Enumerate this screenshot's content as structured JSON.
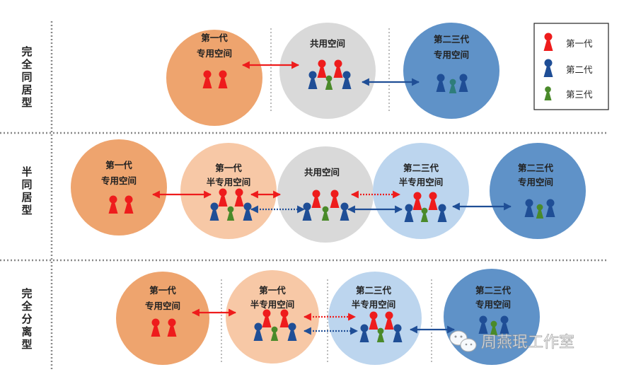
{
  "rows": [
    {
      "label_chars": [
        "完",
        "全",
        "同",
        "居",
        "型"
      ]
    },
    {
      "label_chars": [
        "半",
        "同",
        "居",
        "型"
      ]
    },
    {
      "label_chars": [
        "完",
        "全",
        "分",
        "离",
        "型"
      ]
    }
  ],
  "row1": {
    "c1": [
      "第一代",
      "专用空间"
    ],
    "c2": [
      "共用空间"
    ],
    "c3": [
      "第二三代",
      "专用空间"
    ]
  },
  "row2": {
    "c1": [
      "第一代",
      "专用空间"
    ],
    "c2": [
      "第一代",
      "半专用空间"
    ],
    "c3": [
      "共用空间"
    ],
    "c4": [
      "第二三代",
      "半专用空间"
    ],
    "c5": [
      "第二三代",
      "专用空间"
    ]
  },
  "row3": {
    "c1": [
      "第一代",
      "专用空间"
    ],
    "c2": [
      "第一代",
      "半专用空间"
    ],
    "c3": [
      "第二三代",
      "半专用空间"
    ],
    "c4": [
      "第二三代",
      "专用空间"
    ]
  },
  "legend": [
    "第一代",
    "第二代",
    "第三代"
  ],
  "watermark": "周燕珉工作室",
  "colors": {
    "gen1": "#ee1c1c",
    "gen2": "#1f4e96",
    "gen3": "#4a8a2a",
    "private_first": "#eea46e",
    "semi_first": "#f7c8a6",
    "shared": "#d9d9d9",
    "semi_second": "#bcd5ee",
    "private_second": "#5f92c8"
  }
}
